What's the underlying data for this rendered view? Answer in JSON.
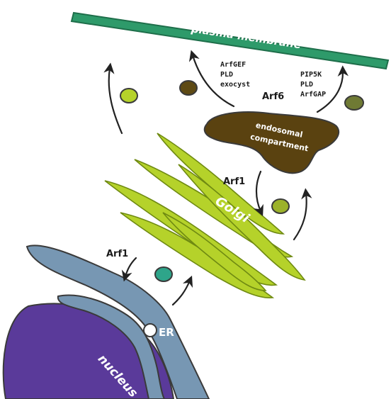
{
  "labels": {
    "plasma_membrane": "plasma membrane",
    "endosomal_line1": "endosomal",
    "endosomal_line2": "compartment",
    "golgi": "Golgi",
    "er": "ER",
    "nucleus": "nucleus",
    "arf6": "Arf6",
    "arf1_upper": "Arf1",
    "arf1_lower": "Arf1",
    "arf6_effectors_left": [
      "ArfGEF",
      "PLD",
      "exocyst"
    ],
    "arf6_effectors_right": [
      "PIP5K",
      "PLD",
      "ArfGAP"
    ]
  },
  "colors": {
    "plasma_membrane": "#2e9a6a",
    "endosome": "#5a4210",
    "golgi": "#b5d22a",
    "er": "#7797b3",
    "nucleus": "#5a3a9a",
    "vesicle_light": "#b5d22a",
    "vesicle_brown": "#5e4a14",
    "vesicle_olive": "#6f7a34",
    "vesicle_golgi": "#9cb22a",
    "vesicle_teal": "#2ea58a"
  },
  "icons": [
    "curved-arrow-icon"
  ]
}
